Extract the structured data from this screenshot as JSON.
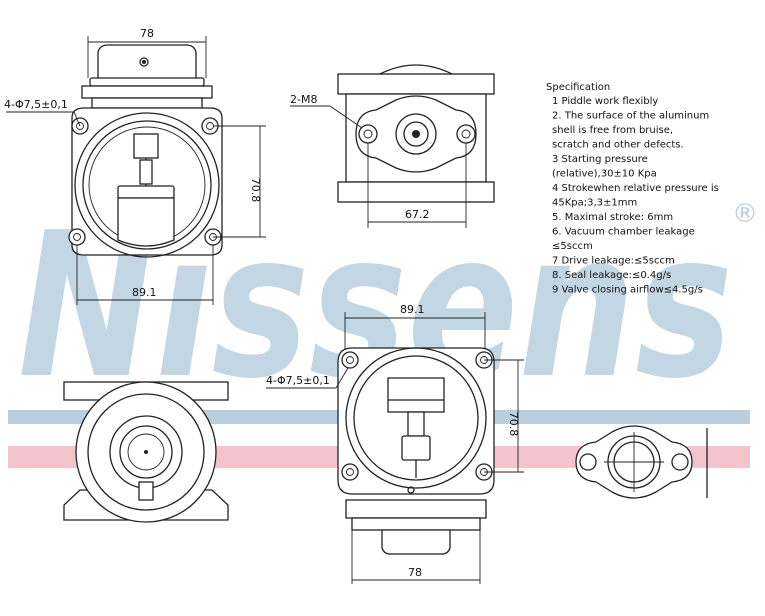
{
  "brand": {
    "watermark_text": "Nissens",
    "registered_mark": "®",
    "color_blue": "#b8cfe0",
    "color_red": "#f3c4cb"
  },
  "dimensions": {
    "top_width": "78",
    "left_holes": "4-Φ7,5±0,1",
    "left_height": "70.8",
    "left_width": "89.1",
    "flange_thread": "2-M8",
    "flange_spacing": "67.2",
    "right_width": "89.1",
    "right_holes": "4-Φ7,5±0,1",
    "right_height": "70.8",
    "bottom_width": "78"
  },
  "spec": {
    "title": "Specification",
    "items": [
      "1  Piddle work flexibly",
      "2.  The surface of the aluminum",
      "      shell is free from bruise,",
      "      scratch and other defects.",
      "3  Starting pressure",
      "      (relative),30±10 Kpa",
      "4  Strokewhen relative pressure is",
      "      45Kpa;3,3±1mm",
      "5.  Maximal stroke:  6mm",
      "6.  Vacuum chamber leakage",
      "      ≤5sccm",
      "7  Drive leakage:≤5sccm",
      "8.  Seal leakage:≤0.4g/s",
      "9  Valve closing airflow≤4.5g/s"
    ]
  }
}
